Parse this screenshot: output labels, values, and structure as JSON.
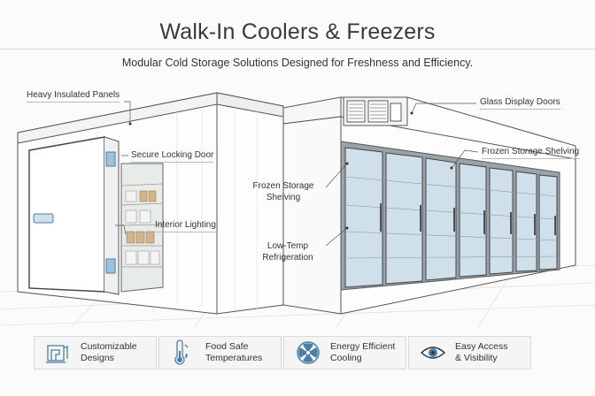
{
  "header": {
    "title": "Walk-In Coolers & Freezers",
    "subtitle": "Modular Cold Storage Solutions Designed for Freshness and Efficiency."
  },
  "callouts": {
    "heavy_panels": "Heavy Insulated Panels",
    "locking_door": "Secure Locking Door",
    "interior_lighting": "Interior Lighting",
    "frozen_shelving_left_1": "Frozen Storage",
    "frozen_shelving_left_2": "Shelving",
    "low_temp_1": "Low-Temp",
    "low_temp_2": "Refrigeration",
    "glass_doors": "Glass Display Doors",
    "frozen_shelving_right": "Frozen Storage Shelving"
  },
  "features": [
    {
      "icon": "blueprint-icon",
      "line1": "Customizable",
      "line2": "Designs"
    },
    {
      "icon": "thermometer-icon",
      "line1": "Food Safe",
      "line2": "Temperatures"
    },
    {
      "icon": "fan-icon",
      "line1": "Energy Efficient",
      "line2": "Cooling"
    },
    {
      "icon": "eye-icon",
      "line1": "Easy Access",
      "line2": "& Visibility"
    }
  ],
  "colors": {
    "accent": "#4a7fa8",
    "line": "#555555",
    "glass": "#cfe0ea"
  }
}
